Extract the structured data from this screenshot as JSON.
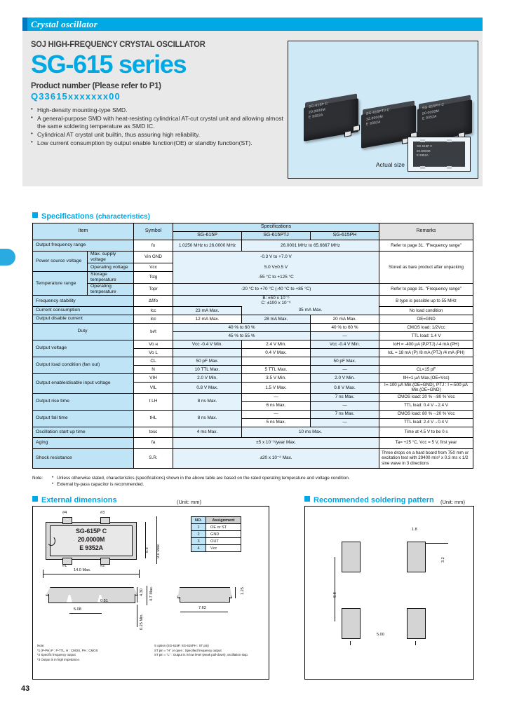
{
  "header": {
    "category": "Crystal oscillator"
  },
  "hero": {
    "subhead": "SOJ HIGH-FREQUENCY CRYSTAL OSCILLATOR",
    "title": "SG-615 series",
    "product_number_label": "Product number (Please refer to P1)",
    "product_number": "Q33615xxxxxxx00",
    "bullets": [
      "High-density mounting-type SMD.",
      "A general-purpose SMD with  heat-resisting cylindrical AT-cut crystal unit and allowing almost the same soldering temperature as SMD IC.",
      "Cylindrical AT crystal unit builtin, thus assuring high reliability.",
      "Low current consumption by output enable function(OE) or standby function(ST)."
    ],
    "photo": {
      "actual_size_label": "Actual size",
      "chip_labels": [
        "SG-615P C",
        "20.0000M",
        "E    9352A"
      ],
      "chip2_labels": [
        "SG-615PTJ C",
        "32.0000M",
        "E   9352A"
      ],
      "chip3_labels": [
        "SG-615PH C",
        "50.0000M",
        "E   9352A"
      ]
    }
  },
  "sections": {
    "specifications": "Specifications",
    "specifications_sub": "(characteristics)",
    "external_dimensions": "External dimensions",
    "soldering_pattern": "Recommended soldering pattern",
    "unit_note": "(Unit: mm)"
  },
  "spec_table": {
    "headers": {
      "item": "Item",
      "symbol": "Symbol",
      "specifications": "Specifications",
      "remarks": "Remarks",
      "cols": [
        "SG-615P",
        "SG-615PTJ",
        "SG-615PH"
      ]
    },
    "rows": [
      {
        "item": "Output frequency range",
        "symbol": "fo",
        "v1": "1.0250 MHz to 26.0000 MHz",
        "v23": "26.0001 MHz to 65.6667 MHz",
        "remark": "Refer to page 31. \"Frequency range\""
      },
      {
        "group": "Power source voltage",
        "item": "Max. supply voltage",
        "symbol": "Vin GND",
        "span": "-0.3 V to +7.0 V",
        "remark": ""
      },
      {
        "item": "Operating voltage",
        "symbol": "Vcc",
        "span": "5.0 V±0.5 V",
        "remark": ""
      },
      {
        "group": "Temperature range",
        "item": "Storage temperature",
        "symbol": "Tstg",
        "span": "-55 °C to +125 °C",
        "remark": "Stored as bare product after unpacking"
      },
      {
        "item": "Operating temperature",
        "symbol": "Topr",
        "span": "-20 °C to +70 °C (-40 °C to +85 °C)",
        "remark": "Refer to page 31. \"Frequency range\""
      },
      {
        "item": "Frequency stability",
        "symbol": "Δf/fo",
        "span": "B: ±50 x 10⁻⁶\nC: ±100 x 10⁻⁶",
        "remark": "B type is possible up to 55 MHz"
      },
      {
        "item": "Current consumption",
        "symbol": "Icc",
        "v1": "23 mA Max.",
        "v23": "35 mA Max.",
        "remark": "No load condition"
      },
      {
        "item": "Output disable current",
        "symbol": "Icc",
        "v1": "12 mA Max.",
        "v2": "28 mA Max.",
        "v3": "20 mA Max.",
        "remark": "OE=GND"
      },
      {
        "item": "Duty",
        "symbol": "tн/t",
        "a_v1": "40 % to 60 %",
        "a_v3": "40 % to 60 %",
        "a_remark": "CMOS load:  1/2Vcc",
        "b_span": "45 % to 55 %",
        "b_v3": "—",
        "b_remark": "TTL load:  1.4 V"
      },
      {
        "item": "Output voltage",
        "symbol": "Vo н",
        "v1": "Vcc -0.4 V Min.",
        "v2": "2.4 V Min.",
        "v3": "Vcc -0.4 V Min.",
        "remark": "IoH = -400 µA (P,PTJ) /-4 mA (PH)"
      },
      {
        "symbol": "Vo L",
        "v1": "",
        "v2": "0.4 V Max.",
        "v3": "",
        "remark": "IoL = 18 mA (P) /8 mA (PTJ) /4 mA (PH)"
      },
      {
        "item": "Output load condition (fan out)",
        "symbol": "CL",
        "v1": "50 pF Max.",
        "v3": "50 pF Max.",
        "remark": ""
      },
      {
        "symbol": "N",
        "v1": "10 TTL Max.",
        "v2": "5 TTL Max.",
        "v3": "—",
        "remark": "CL<15 pF"
      },
      {
        "item": "Output enable/disable input voltage",
        "symbol": "VIH",
        "v1": "2.0 V Min.",
        "v2": "3.5 V Min.",
        "v3": "2.0 V Min.",
        "remark": "IIH=1 µA Max.(OE=Vcc)"
      },
      {
        "symbol": "VIL",
        "v1": "0.8 V Max.",
        "v2": "1.5 V Max.",
        "v3": "0.8 V Max.",
        "remark": "I=-100 µA Min.(OE=GND), PTJ : I =-500 µA Min.(OE=GND)"
      },
      {
        "item": "Output rise time",
        "symbol": "t LH",
        "a_v1": "8 ns Max.",
        "a_v2": "—",
        "a_v3": "7 ns Max.",
        "a_remark": "CMOS load:  20 %→80 % Vcc",
        "b_v2": "6 ns Max.",
        "b_v3": "—",
        "b_remark": "TTL load:  0.4 V→2.4 V"
      },
      {
        "item": "Output fall time",
        "symbol": "tHL",
        "a_v1": "8 ns Max.",
        "a_v2": "—",
        "a_v3": "7 ns Max.",
        "a_remark": "CMOS load:  80 %→20 % Vcc",
        "b_v2": "5 ns Max.",
        "b_v3": "—",
        "b_remark": "TTL load:  2.4 V→0.4 V"
      },
      {
        "item": "Oscillation start up time",
        "symbol": "tosc",
        "v1": "4 ms Max.",
        "v23": "10 ms Max.",
        "remark": "Time at 4.5 V to be 0 s"
      },
      {
        "item": "Aging",
        "symbol": "fa",
        "span": "±5 x 10⁻⁶/year Max.",
        "remark": "Ta= +25 °C, Vcc = 5 V, first year"
      },
      {
        "item": "Shock resistance",
        "symbol": "S.R.",
        "span": "±20 x 10⁻⁶ Max.",
        "remark": "Three drops on a hard board from 750 mm or excitation test with 29400 m/s² x 0.3 ms x 1/2 sine wave in 3 directions"
      }
    ]
  },
  "notes": {
    "label": "Note:",
    "items": [
      "Unless otherwise stated, characteristics (specifications) shown in the above table are  based on the rated operating temperature and voltage condition.",
      "External by-pass capacitor is recommended."
    ]
  },
  "dimensions": {
    "package_text": [
      "SG-615P C",
      "20.0000M",
      "E    9352A"
    ],
    "pin_marks": [
      "#4",
      "#3",
      "#1",
      "#2"
    ],
    "width_dim": "14.0 Max.",
    "height_dim": "8.8",
    "height_dim2": "9.0 Max.",
    "lead_pitch": "5.08",
    "lead_width": "0.51",
    "thickness": "4.30",
    "thickness_max": "4.7 Max.",
    "standoff": "0.25 Min.",
    "side_dim": "7.62",
    "side_thk": "1.25",
    "pin_table": {
      "headers": [
        "NO.",
        "Assignment"
      ],
      "rows": [
        {
          "no": "1",
          "assignment": "OE or ST"
        },
        {
          "no": "2",
          "assignment": "GND"
        },
        {
          "no": "3",
          "assignment": "OUT"
        },
        {
          "no": "4",
          "assignment": "Vcc"
        }
      ]
    },
    "footnotes_left": [
      "Note:",
      "  *1 (P-PH) P : P-TTL, H : CMOS, PH : CMOS",
      "  *2 Specific frequency output",
      "  *3 Output is in high impedance."
    ],
    "footnotes_right": [
      "S option (SG-615P, SG-615PH : ST pin)",
      "ST pin = \"H\" or open : Specified frequency output",
      "ST pin = \"L\" : Output is in low level (weak pull-down), oscillation stop."
    ]
  },
  "soldering": {
    "pad_width": "1.8",
    "pad_height": "3.2",
    "pitch_vertical": "6.8",
    "pitch_horizontal": "5.00"
  },
  "page_number": "43",
  "colors": {
    "accent": "#00a8e4",
    "table_header": "#bfe4f5",
    "table_alt": "#e3f2fb",
    "hero_bg": "#e9e9e9",
    "photo_bg": "#cfe9f7"
  }
}
